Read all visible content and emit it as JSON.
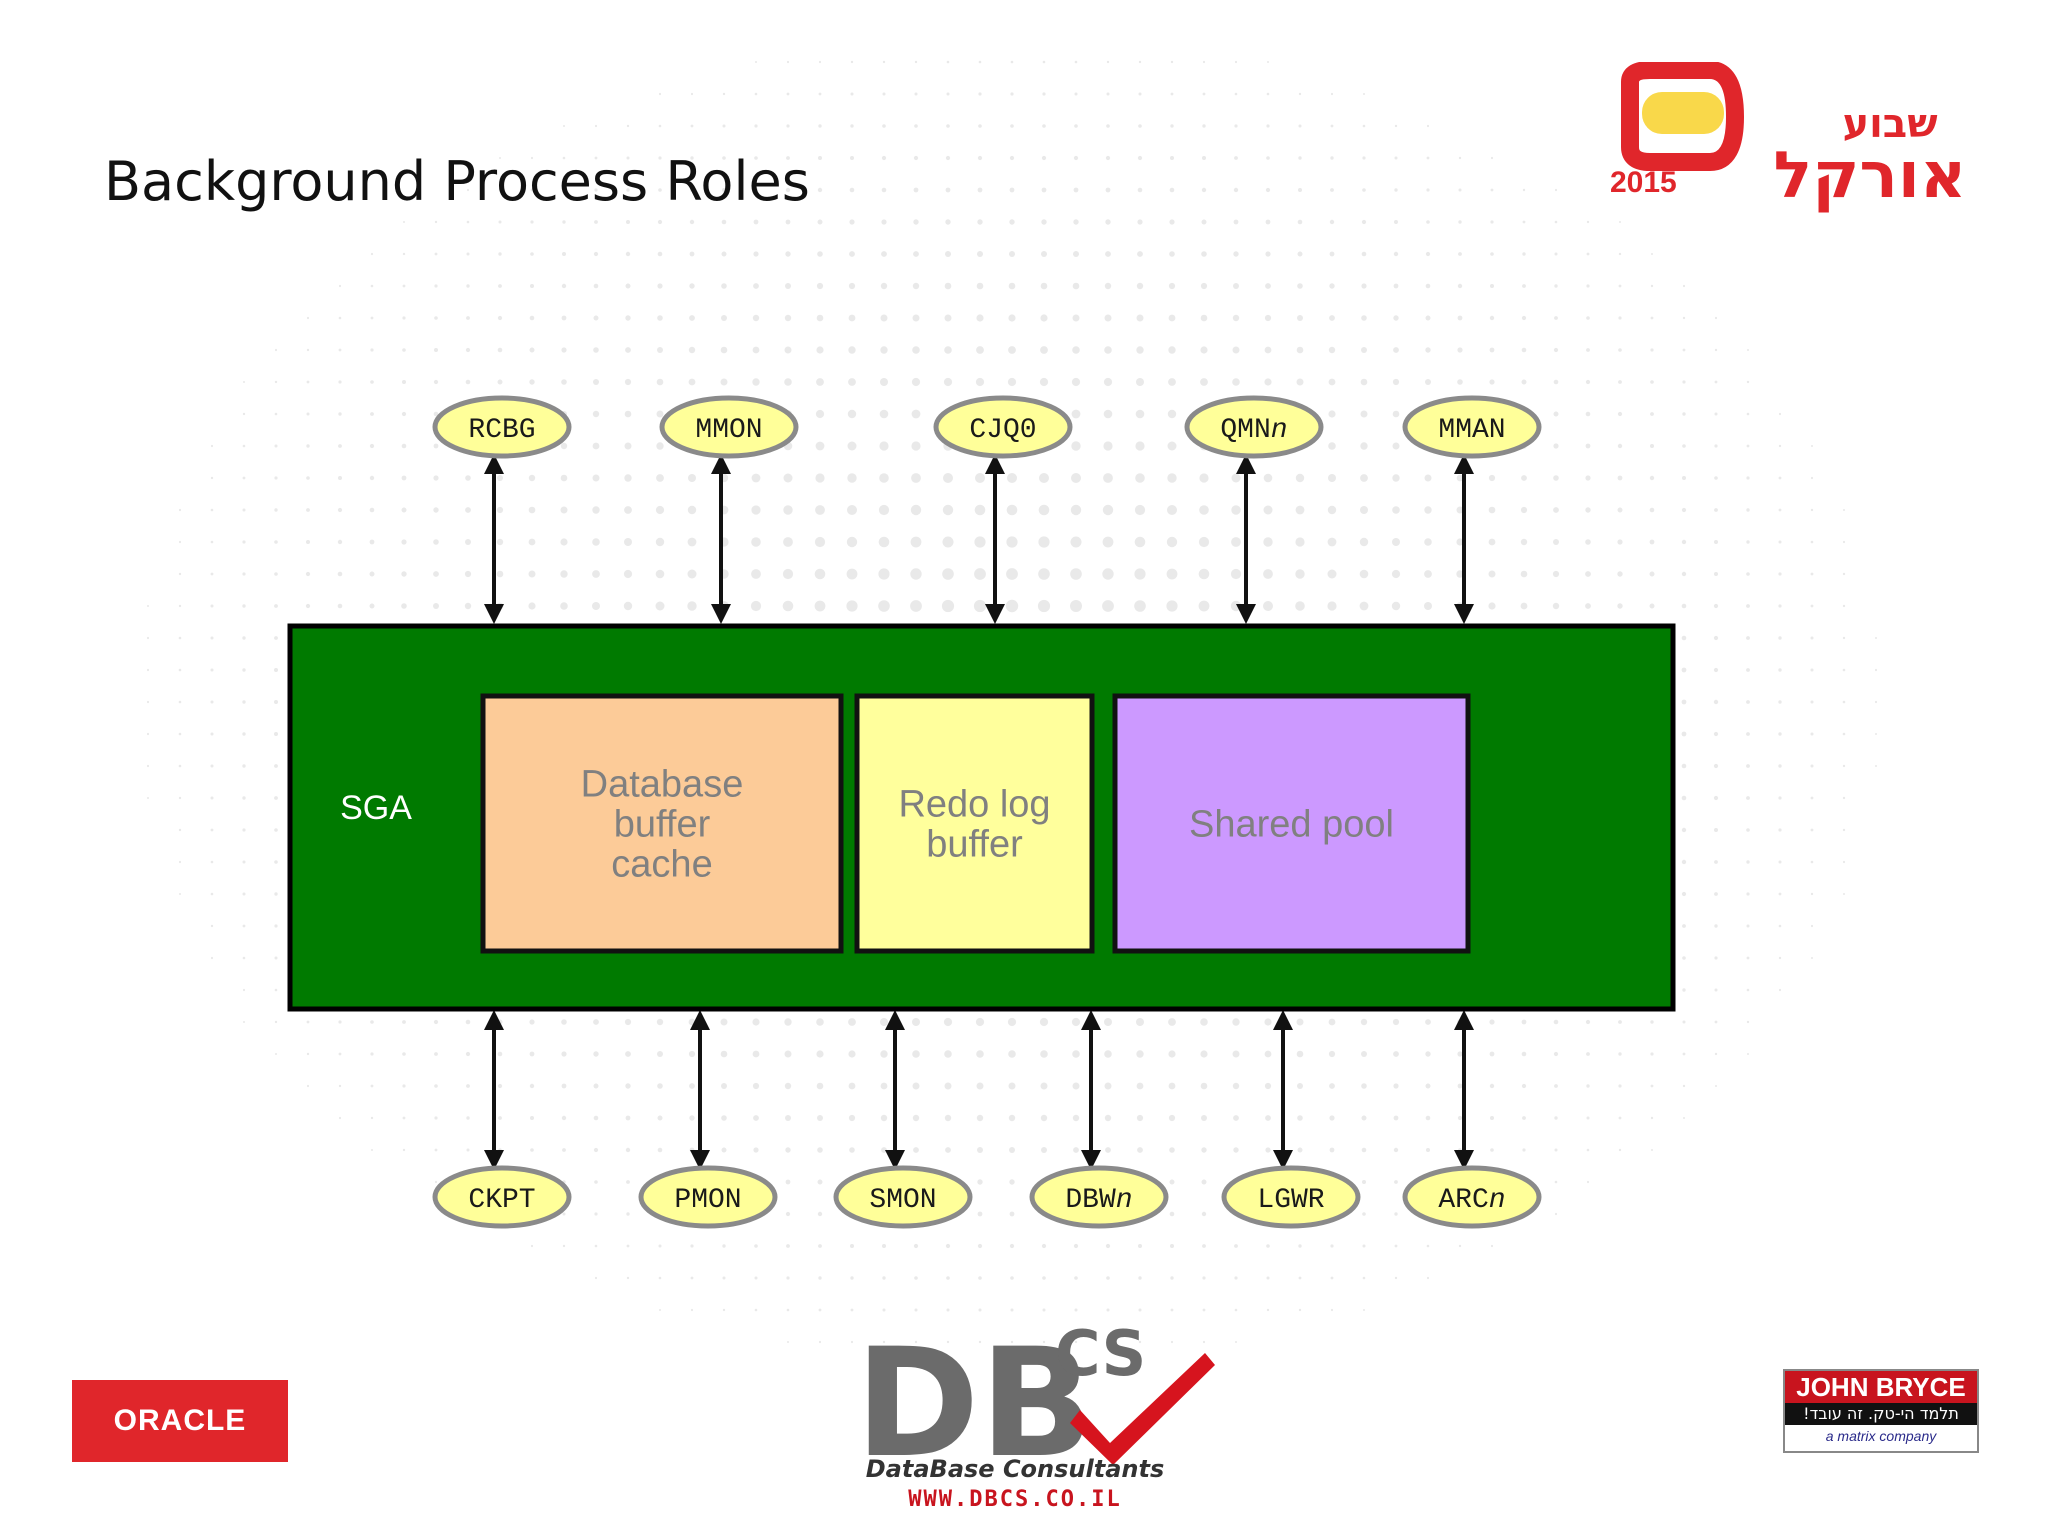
{
  "slide": {
    "title": "Background Process Roles"
  },
  "diagram": {
    "sga": {
      "label": "SGA",
      "fill": "#007a00",
      "components": [
        {
          "id": "db-buffer-cache",
          "lines": [
            "Database",
            "buffer",
            "cache"
          ],
          "fill": "#fccb98"
        },
        {
          "id": "redo-log-buffer",
          "lines": [
            "Redo log",
            "buffer"
          ],
          "fill": "#ffff9c"
        },
        {
          "id": "shared-pool",
          "lines": [
            "Shared pool"
          ],
          "fill": "#cc99ff"
        }
      ]
    },
    "process_fill": "#ffff99",
    "top_processes": [
      {
        "name": "RCBG",
        "suffix": ""
      },
      {
        "name": "MMON",
        "suffix": ""
      },
      {
        "name": "CJQ0",
        "suffix": ""
      },
      {
        "name": "QMN",
        "suffix": "n"
      },
      {
        "name": "MMAN",
        "suffix": ""
      }
    ],
    "bottom_processes": [
      {
        "name": "CKPT",
        "suffix": ""
      },
      {
        "name": "PMON",
        "suffix": ""
      },
      {
        "name": "SMON",
        "suffix": ""
      },
      {
        "name": "DBW",
        "suffix": "n"
      },
      {
        "name": "LGWR",
        "suffix": ""
      },
      {
        "name": "ARC",
        "suffix": "n"
      }
    ]
  },
  "logos": {
    "oracle_week": {
      "year": "2015",
      "line1": "שבוע",
      "line2": "אורקל",
      "accent": "#e0262b",
      "highlight": "#f9d84a"
    },
    "oracle": {
      "text": "ORACLE"
    },
    "dbcs": {
      "mark": "DB",
      "superscript": "CS",
      "subtitle": "DataBase Consultants",
      "url": "WWW.DBCS.CO.IL"
    },
    "john_bryce": {
      "name": "JOHN BRYCE",
      "tagline": "תלמד הי-טק. זה עובד!",
      "parent": "a matrix company"
    }
  }
}
